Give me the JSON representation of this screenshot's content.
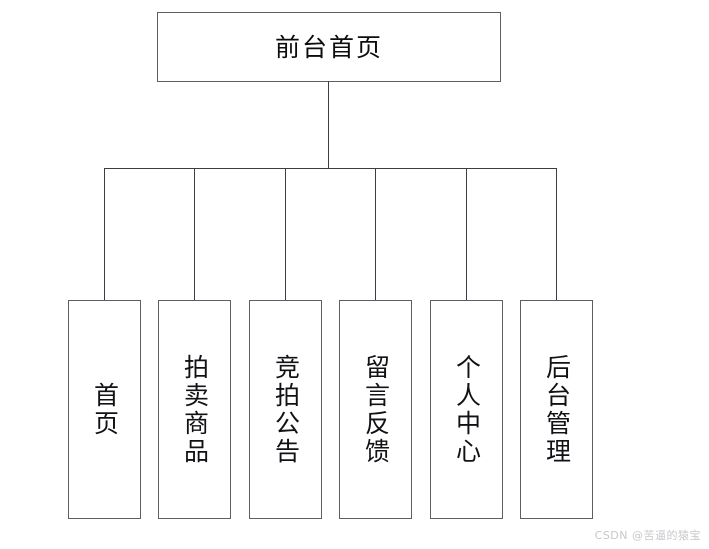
{
  "diagram": {
    "type": "tree",
    "orientation": "top-down",
    "root": {
      "label": "前台首页",
      "text_direction": "horizontal"
    },
    "children": [
      {
        "label": "首页",
        "text_direction": "vertical"
      },
      {
        "label": "拍卖商品",
        "text_direction": "vertical"
      },
      {
        "label": "竞拍公告",
        "text_direction": "vertical"
      },
      {
        "label": "留言反馈",
        "text_direction": "vertical"
      },
      {
        "label": "个人中心",
        "text_direction": "vertical"
      },
      {
        "label": "后台管理",
        "text_direction": "vertical"
      }
    ],
    "colors": {
      "background": "#ffffff",
      "box_border": "#5a5f66",
      "connector": "#3b3f45",
      "text": "#111215",
      "watermark": "#c6c8cb"
    }
  },
  "watermark": {
    "text": "CSDN @苦逼的猿宝"
  }
}
